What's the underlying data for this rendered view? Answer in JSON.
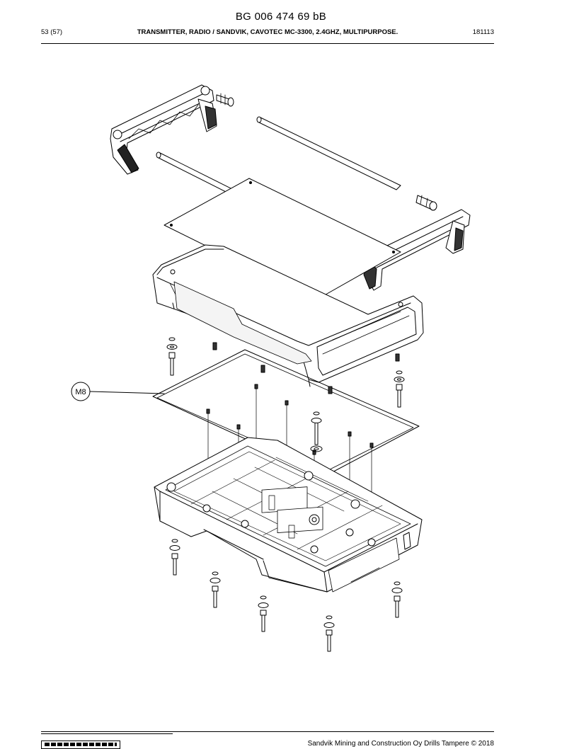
{
  "header": {
    "doc_code": "BG 006 474 69 bB",
    "page_number": "53 (57)",
    "title": "TRANSMITTER, RADIO / SANDVIK, CAVOTEC MC-3300, 2.4GHZ, MULTIPURPOSE.",
    "date_code": "181113"
  },
  "drawing": {
    "callout_label": "M8"
  },
  "footer": {
    "copyright": "Sandvik Mining and Construction Oy Drills Tampere © 2018"
  }
}
